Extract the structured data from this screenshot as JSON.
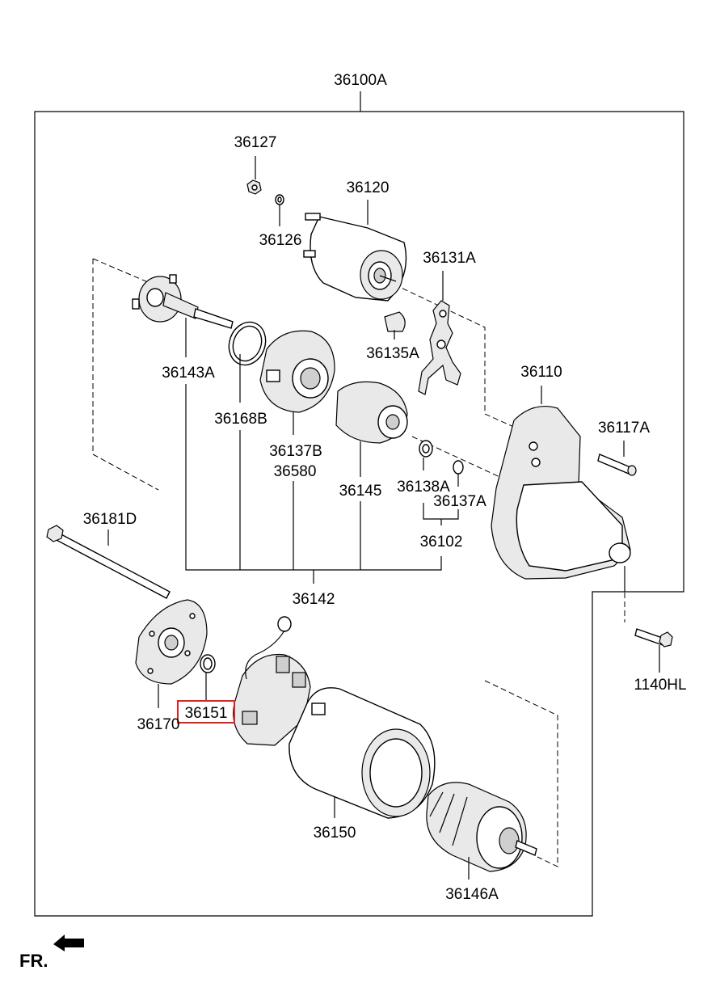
{
  "diagram": {
    "highlight_color": "#e0201b",
    "labels": {
      "assembly": "36100A",
      "nut": "36127",
      "solenoid": "36120",
      "washer_small": "36126",
      "shift_lever": "36131A",
      "plunger_cap": "36135A",
      "shaft": "36143A",
      "housing": "36110",
      "bolt_small": "36117A",
      "gasket": "36168B",
      "gear_case_a": "36137B",
      "gear_case_b": "36580",
      "pinion": "36145",
      "stop_ring": "36138A",
      "snap_ring": "36137A",
      "ring_set": "36102",
      "through_bolt": "36181D",
      "drive_kit": "36142",
      "mount_bolt": "1140HL",
      "end_frame": "36170",
      "brush_washer": "36151",
      "yoke": "36150",
      "armature": "36146A"
    },
    "direction_label": "FR."
  }
}
